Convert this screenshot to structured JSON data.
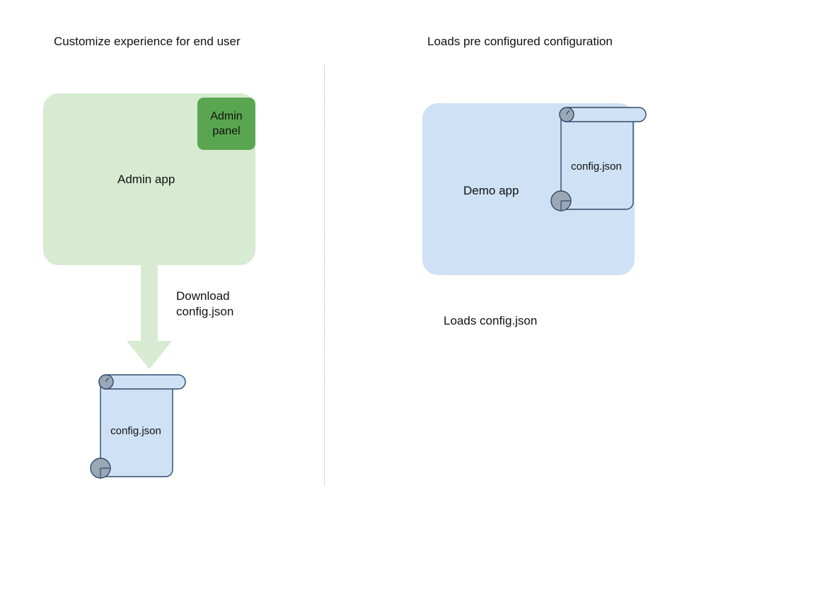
{
  "diagram": {
    "title_left": "Customize experience for end user",
    "title_right": "Loads pre configured configuration",
    "divider": "vertical-dotted-divider",
    "colors": {
      "admin_app_fill": "#d6ebd1",
      "admin_panel_fill": "#5aa650",
      "demo_app_fill": "#cfe1f4",
      "document_fill": "#cfe1f4",
      "document_stroke": "#2f4a6d",
      "curl_fill": "#9aa7b4",
      "arrow_fill": "#d6ebd1",
      "divider_stroke": "#b0b0b0",
      "text": "#111111"
    },
    "left_flow": {
      "app_label": "Admin app",
      "panel_label": "Admin\npanel",
      "panel_label_line1": "Admin",
      "panel_label_line2": "panel",
      "arrow_label_line1": "Download",
      "arrow_label_line2": "config.json",
      "arrow_direction": "down",
      "document_label": "config.json"
    },
    "right_flow": {
      "app_label": "Demo app",
      "document_label": "config.json",
      "caption": "Loads config.json"
    }
  }
}
